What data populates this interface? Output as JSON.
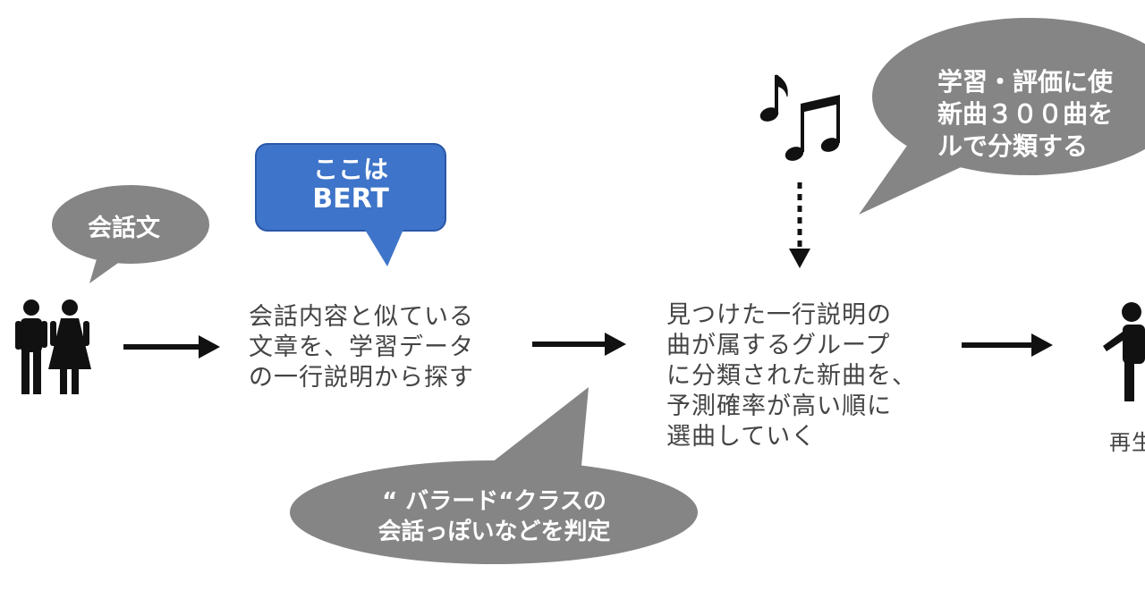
{
  "bubbles": {
    "conversation": "会話文",
    "bert_line1": "ここは",
    "bert_line2": "BERT",
    "ballad_line1": "“ バラード“クラスの",
    "ballad_line2": "会話っぽいなどを判定",
    "top_right_line1": "学習・評価に使",
    "top_right_line2": "新曲３００曲を",
    "top_right_line3": "ルで分類する"
  },
  "steps": {
    "search_line1": "会話内容と似ている",
    "search_line2": "文章を、学習データ",
    "search_line3": "の一行説明から探す",
    "select_line1": "見つけた一行説明の",
    "select_line2": "曲が属するグループ",
    "select_line3": "に分類された新曲を、",
    "select_line4": "予測確率が高い順に",
    "select_line5": "選曲していく",
    "play_label": "再生"
  },
  "icons": {
    "people": "couple-icon",
    "music": "music-notes-icon",
    "person": "person-icon"
  },
  "colors": {
    "bubble_gray": "#858585",
    "bert_blue": "#3e74c9",
    "arrow": "#111111",
    "text": "#444444"
  }
}
